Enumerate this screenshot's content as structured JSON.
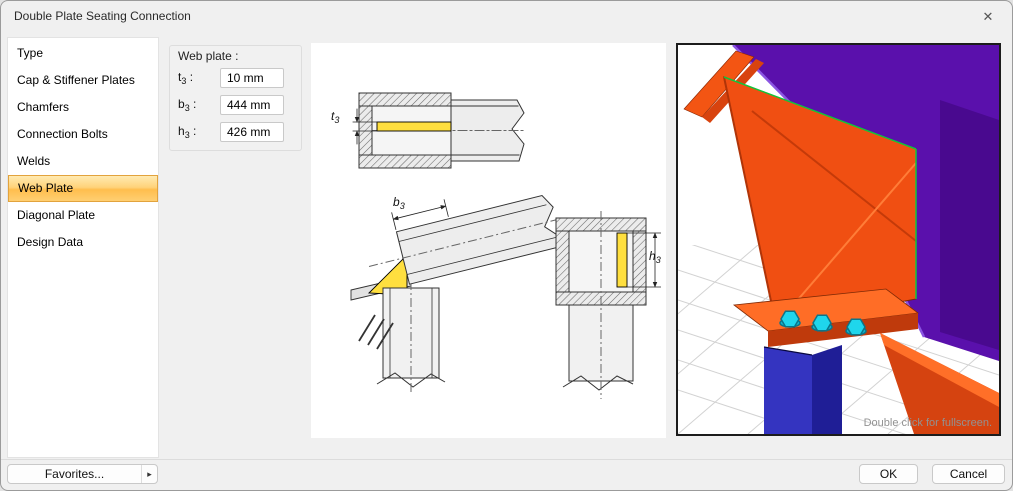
{
  "window": {
    "title": "Double Plate Seating Connection",
    "close_glyph": "✕"
  },
  "sidebar": {
    "items": [
      {
        "label": "Type",
        "selected": false
      },
      {
        "label": "Cap & Stiffener Plates",
        "selected": false
      },
      {
        "label": "Chamfers",
        "selected": false
      },
      {
        "label": "Connection Bolts",
        "selected": false
      },
      {
        "label": "Welds",
        "selected": false
      },
      {
        "label": "Web Plate",
        "selected": true
      },
      {
        "label": "Diagonal Plate",
        "selected": false
      },
      {
        "label": "Design Data",
        "selected": false
      }
    ]
  },
  "form": {
    "group_title": "Web plate :",
    "fields": [
      {
        "base": "t",
        "sub": "3",
        "colon": ":",
        "value": "10 mm"
      },
      {
        "base": "b",
        "sub": "3",
        "colon": ":",
        "value": "444 mm"
      },
      {
        "base": "h",
        "sub": "3",
        "colon": ":",
        "value": "426 mm"
      }
    ]
  },
  "diagram": {
    "dims": [
      {
        "base": "t",
        "sub": "3"
      },
      {
        "base": "b",
        "sub": "3"
      },
      {
        "base": "h",
        "sub": "3"
      }
    ],
    "plate_color": "#ffdf3f",
    "line_color": "#333333"
  },
  "preview": {
    "hint": "Double click for fullscreen.",
    "colors": {
      "orange": "#f04f12",
      "purple": "#5a10ac",
      "blue": "#3434c0",
      "bolt_cyan": "#1fd6ec",
      "edge_green": "#12c53a"
    }
  },
  "footer": {
    "favorites": "Favorites...",
    "favorites_arrow": "▸",
    "ok": "OK",
    "cancel": "Cancel"
  }
}
